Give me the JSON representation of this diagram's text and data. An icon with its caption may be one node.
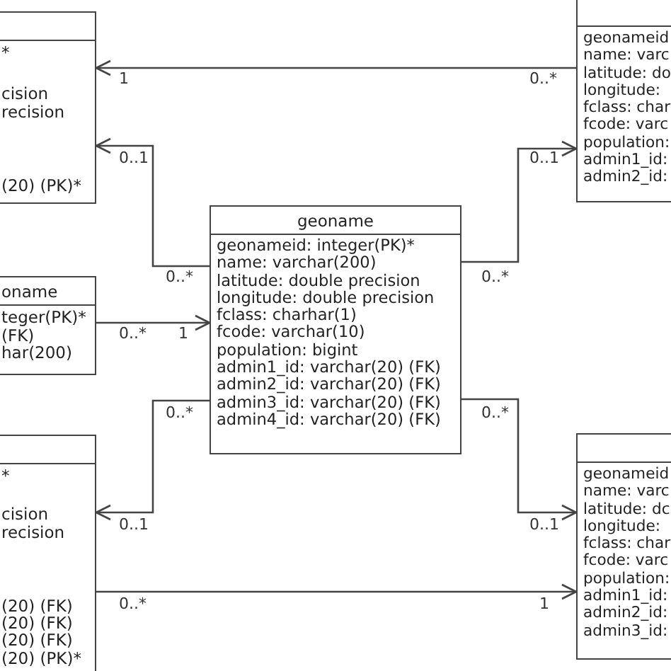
{
  "diagram": {
    "nodes": [
      {
        "text": [
          "*",
          "cision",
          "recision",
          "(20) (PK)*"
        ]
      },
      {
        "text": [
          "oname",
          "teger(PK)*",
          "(FK)",
          "har(200)"
        ]
      },
      {
        "text": [
          "*",
          "cision",
          "recision",
          "(20) (FK)",
          "(20) (FK)",
          "(20) (FK)",
          "(20) (PK)*"
        ]
      },
      {
        "text": [
          "geoname",
          "geonameid: integer(PK)*",
          "name: varchar(200)",
          "latitude: double precision",
          "longitude: double precision",
          "fclass: charhar(1)",
          "fcode: varchar(10)",
          "population: bigint",
          "admin1_id: varchar(20) (FK)",
          "admin2_id: varchar(20) (FK)",
          "admin3_id: varchar(20) (FK)",
          "admin4_id: varchar(20) (FK)"
        ]
      },
      {
        "text": [
          "geonameid",
          "name: varc",
          "latitude: do",
          "longitude:",
          "fclass: char",
          "fcode: varc",
          "population:",
          "admin1_id:",
          "admin2_id:"
        ]
      },
      {
        "text": [
          "geonameid",
          "name: varc",
          "latitude: dc",
          "longitude:",
          "fclass: char",
          "fcode: varc",
          "population:",
          "admin1_id:",
          "admin2_id:",
          "admin3_id:"
        ]
      }
    ],
    "edges": [
      {
        "from": 4,
        "to": 0,
        "arrow": "to"
      },
      {
        "from": 3,
        "to": 0,
        "arrow": "to"
      },
      {
        "from": 1,
        "to": 3,
        "arrow": "to"
      },
      {
        "from": 3,
        "to": 2,
        "arrow": "to"
      },
      {
        "from": 2,
        "to": 5,
        "arrow": "to"
      },
      {
        "from": 3,
        "to": 4,
        "arrow": "to"
      },
      {
        "from": 3,
        "to": 5,
        "arrow": "to"
      }
    ],
    "labels": [
      "1",
      "0..*",
      "0..1",
      "0..1",
      "0..*",
      "0..*",
      "0..*",
      "1",
      "0..*",
      "0..*",
      "0..1",
      "0..1",
      "0..*",
      "1"
    ]
  }
}
